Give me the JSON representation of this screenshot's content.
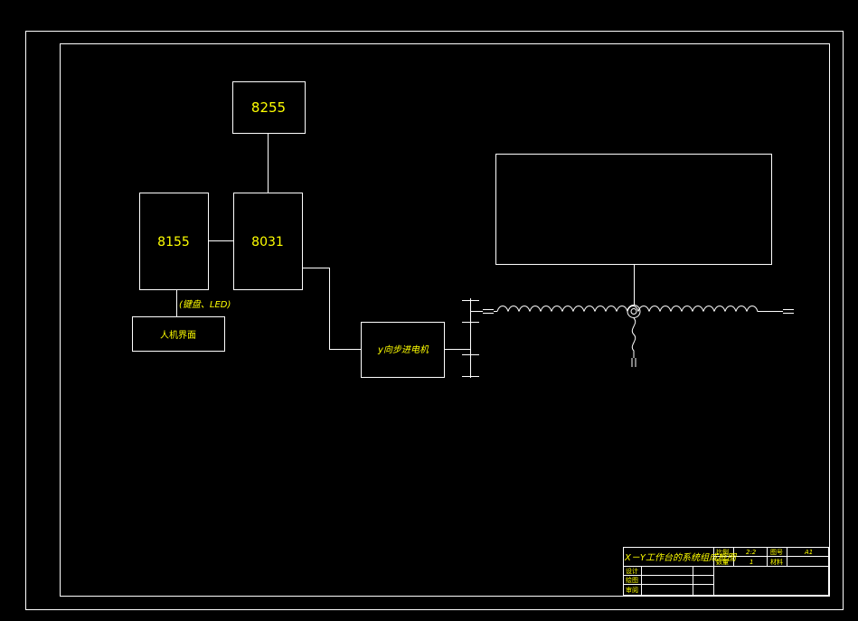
{
  "colors": {
    "background": "#000000",
    "lines": "#ffffff",
    "text": "#ffff00"
  },
  "blocks": {
    "chip_8255": "8255",
    "chip_8155": "8155",
    "chip_8031": "8031",
    "hmi": "人机界面",
    "keyboard_led": "(键盘、LED)",
    "stepper": "y向步进电机"
  },
  "title_block": {
    "title": "X－Y工作台的系统组成框图",
    "scale_label": "比例",
    "scale_value": "2:2",
    "drawing_no_label": "图号",
    "drawing_no_value": "A1",
    "quantity_label": "数量",
    "quantity_value": "1",
    "material_label": "材料",
    "designer_label": "设计",
    "drafter_label": "绘图",
    "reviewer_label": "审阅"
  }
}
